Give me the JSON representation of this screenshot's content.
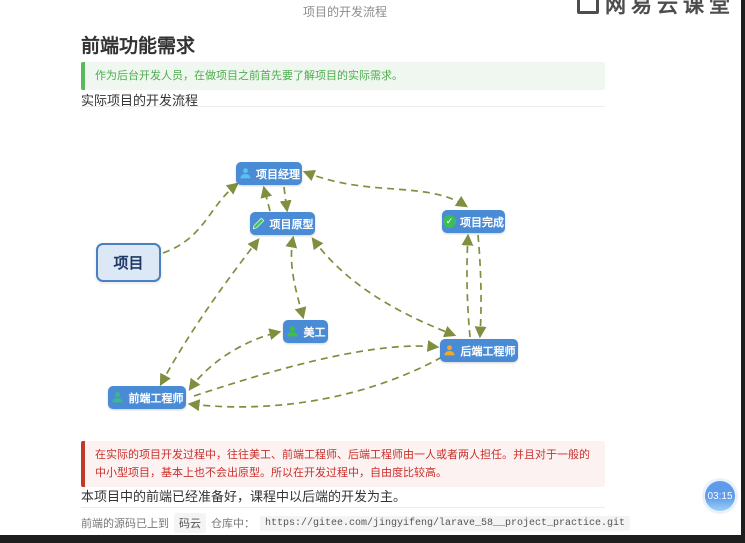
{
  "page": {
    "top_title": "项目的开发流程",
    "watermark": "网易云课堂",
    "heading": "前端功能需求",
    "green_note": "作为后台开发人员，在做项目之前首先要了解项目的实际需求。",
    "section_label": "实际项目的开发流程",
    "red_note": "在实际的项目开发过程中，往往美工、前端工程师、后端工程师由一人或者两人担任。并且对于一般的中小型项目，基本上也不会出原型。所以在开发过程中，自由度比较高。",
    "closing_text": "本项目中的前端已经准备好，课程中以后端的开发为主。",
    "footer": {
      "prefix": "前端的源码已上到",
      "repo_host": "码云",
      "middle": "仓库中：",
      "url": "https://gitee.com/jingyifeng/larave_58__project_practice.git"
    },
    "timer": "03:15"
  },
  "flowchart": {
    "nodes": [
      {
        "id": "project",
        "label": "项目",
        "icon": "none"
      },
      {
        "id": "manager",
        "label": "项目经理",
        "icon": "person-icon",
        "icon_color": "#5bc0ee"
      },
      {
        "id": "prototype",
        "label": "项目原型",
        "icon": "pencil-icon",
        "icon_color": "#45c24f"
      },
      {
        "id": "complete",
        "label": "项目完成",
        "icon": "check-circle-icon",
        "icon_color": "#3dbd5a"
      },
      {
        "id": "artist",
        "label": "美工",
        "icon": "person-icon",
        "icon_color": "#3fbf43"
      },
      {
        "id": "backend",
        "label": "后端工程师",
        "icon": "person-icon",
        "icon_color": "#f5a623"
      },
      {
        "id": "frontend",
        "label": "前端工程师",
        "icon": "person-icon",
        "icon_color": "#3cb88a"
      }
    ],
    "edges": [
      {
        "from": "project",
        "to": "manager",
        "bidirectional": false
      },
      {
        "from": "prototype",
        "to": "manager",
        "bidirectional": true
      },
      {
        "from": "manager",
        "to": "complete",
        "bidirectional": true
      },
      {
        "from": "prototype",
        "to": "artist",
        "bidirectional": true
      },
      {
        "from": "prototype",
        "to": "backend",
        "bidirectional": true
      },
      {
        "from": "frontend",
        "to": "prototype",
        "bidirectional": true
      },
      {
        "from": "frontend",
        "to": "artist",
        "bidirectional": true
      },
      {
        "from": "frontend",
        "to": "backend",
        "bidirectional": true
      },
      {
        "from": "backend",
        "to": "complete",
        "bidirectional": true
      }
    ],
    "edge_style": {
      "stroke": "#7e8f3f",
      "dash": "dashed"
    }
  },
  "colors": {
    "node_blue": "#4a8bd5",
    "start_node_fill": "#dde8f7",
    "start_node_border": "#4a7fc1",
    "edge_olive": "#7e8f3f",
    "note_green_text": "#4cae4c",
    "note_green_border": "#5cb85c",
    "note_red_text": "#c9302c",
    "note_red_border": "#c0392b",
    "frame_black": "#1e1e1e"
  },
  "check_glyph": "✓"
}
